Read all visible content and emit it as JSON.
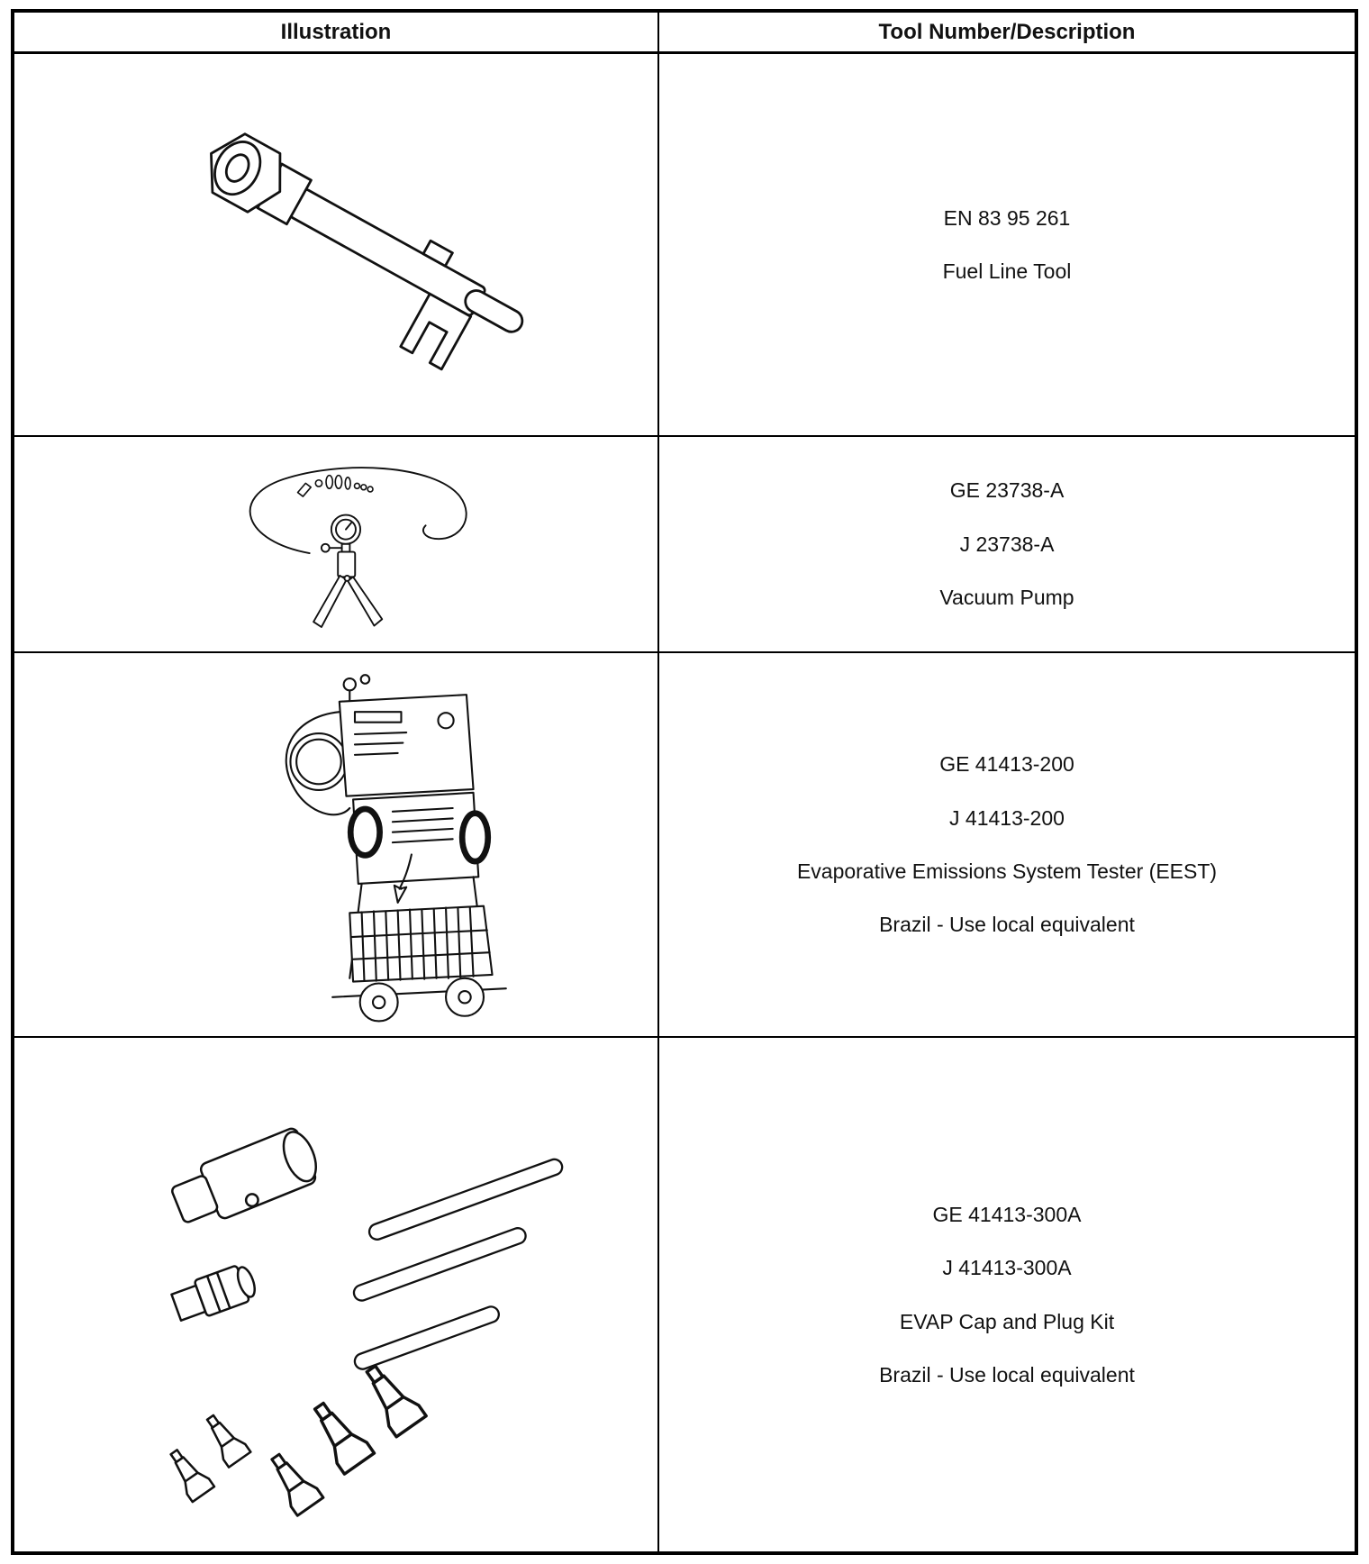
{
  "meta": {
    "colors": {
      "border": "#000000",
      "text": "#111111",
      "background": "#ffffff"
    }
  },
  "table": {
    "headers": {
      "illustration": "Illustration",
      "tool": "Tool Number/Description"
    }
  },
  "rows": [
    {
      "illustration": "fuel-line-tool",
      "lines": [
        "EN 83 95 261",
        "Fuel Line Tool"
      ]
    },
    {
      "illustration": "vacuum-pump",
      "lines": [
        "GE 23738-A",
        "J 23738-A",
        "Vacuum Pump"
      ]
    },
    {
      "illustration": "evaporative-emissions-system-tester",
      "lines": [
        "GE 41413-200",
        "J 41413-200",
        "Evaporative Emissions System Tester (EEST)",
        "Brazil - Use local equivalent"
      ]
    },
    {
      "illustration": "evap-cap-and-plug-kit",
      "lines": [
        "GE 41413-300A",
        "J 41413-300A",
        "EVAP Cap and Plug Kit",
        "Brazil - Use local equivalent"
      ]
    }
  ]
}
